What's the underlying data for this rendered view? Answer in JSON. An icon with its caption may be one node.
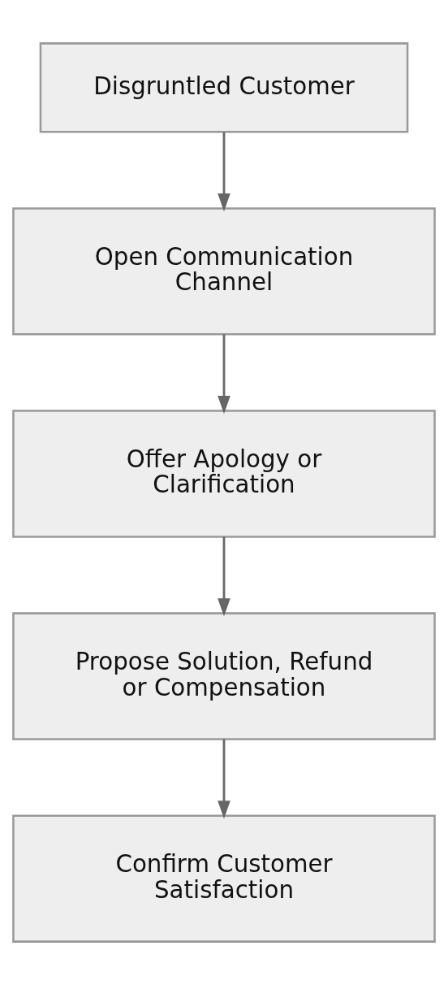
{
  "diagram": {
    "nodes": [
      {
        "text": [
          "Disgruntled Customer"
        ]
      },
      {
        "text": [
          "Open Communication Channel"
        ]
      },
      {
        "text": [
          "Offer Apology or Clarification"
        ]
      },
      {
        "text": [
          "Propose Solution, Refund or Compensation"
        ]
      },
      {
        "text": [
          "Confirm Customer Satisfaction"
        ]
      }
    ],
    "edges": [
      {
        "from": 0,
        "to": 1,
        "arrow": "to"
      },
      {
        "from": 1,
        "to": 2,
        "arrow": "to"
      },
      {
        "from": 2,
        "to": 3,
        "arrow": "to"
      },
      {
        "from": 3,
        "to": 4,
        "arrow": "to"
      }
    ]
  }
}
